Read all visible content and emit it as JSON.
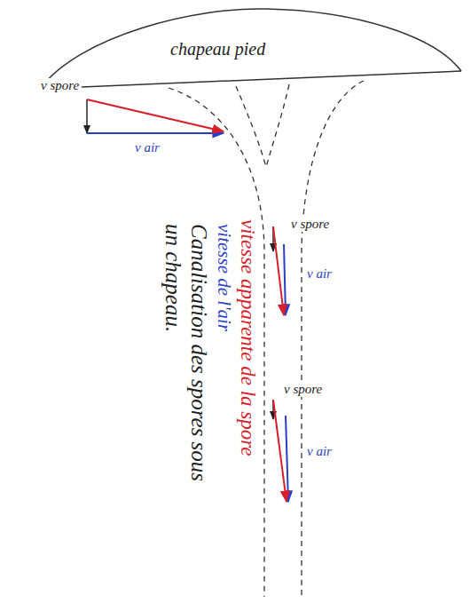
{
  "diagram": {
    "labels": [
      "chapeau pied",
      "v spore",
      "v air",
      "v spore",
      "v air",
      "v spore",
      "v air",
      "vitesse apparente de la spore",
      "vitesse de l'air",
      "Canalisation des spores sous un chapeau."
    ]
  }
}
